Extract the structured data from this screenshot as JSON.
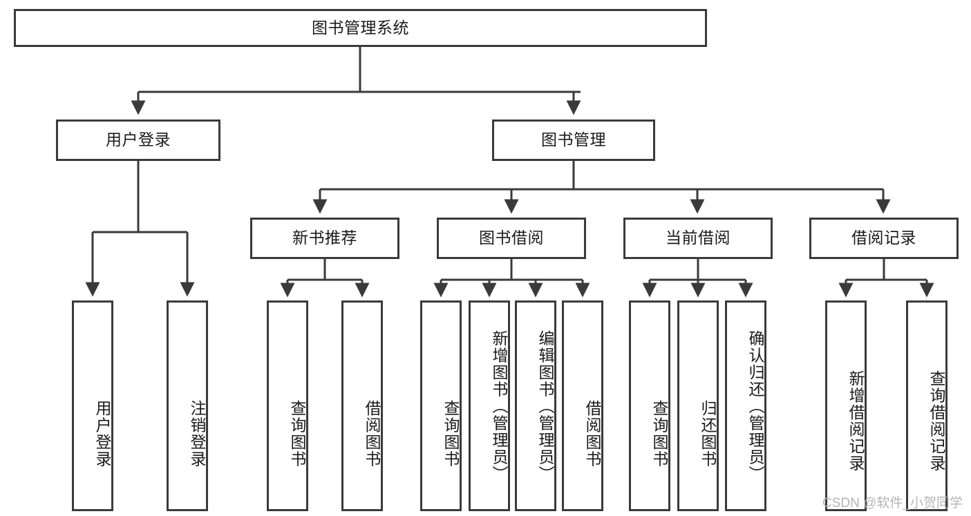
{
  "diagram": {
    "type": "tree-hierarchy-chart",
    "title_node": {
      "label": "图书管理系统"
    },
    "level2": [
      {
        "id": "user-login",
        "label": "用户登录"
      },
      {
        "id": "book-management",
        "label": "图书管理"
      }
    ],
    "level3": [
      {
        "id": "new-book-recommend",
        "label": "新书推荐"
      },
      {
        "id": "book-borrow",
        "label": "图书借阅"
      },
      {
        "id": "current-borrow",
        "label": "当前借阅"
      },
      {
        "id": "borrow-record",
        "label": "借阅记录"
      }
    ],
    "leaves": {
      "user_login": [
        {
          "id": "leaf-user-login",
          "label": "用户登录"
        },
        {
          "id": "leaf-user-logout",
          "label": "注销登录"
        }
      ],
      "new_book_recommend": [
        {
          "id": "leaf-query-book-1",
          "label": "查询图书"
        },
        {
          "id": "leaf-borrow-book-1",
          "label": "借阅图书"
        }
      ],
      "book_borrow": [
        {
          "id": "leaf-query-book-2",
          "label": "查询图书"
        },
        {
          "id": "leaf-add-book",
          "label": "新增图书（管理员）"
        },
        {
          "id": "leaf-edit-book",
          "label": "编辑图书（管理员）"
        },
        {
          "id": "leaf-borrow-book-2",
          "label": "借阅图书"
        }
      ],
      "current_borrow": [
        {
          "id": "leaf-query-book-3",
          "label": "查询图书"
        },
        {
          "id": "leaf-return-book",
          "label": "归还图书"
        },
        {
          "id": "leaf-confirm-return",
          "label": "确认归还（管理员）"
        }
      ],
      "borrow_record": [
        {
          "id": "leaf-add-record",
          "label": "新增借阅记录"
        },
        {
          "id": "leaf-query-record",
          "label": "查询借阅记录"
        }
      ]
    }
  },
  "watermark": {
    "text": "CSDN @软件_小贺同学"
  },
  "colors": {
    "border": "#3a3a3a",
    "background": "#ffffff",
    "text": "#1a1a1a",
    "watermark": "#b4b4b4"
  }
}
